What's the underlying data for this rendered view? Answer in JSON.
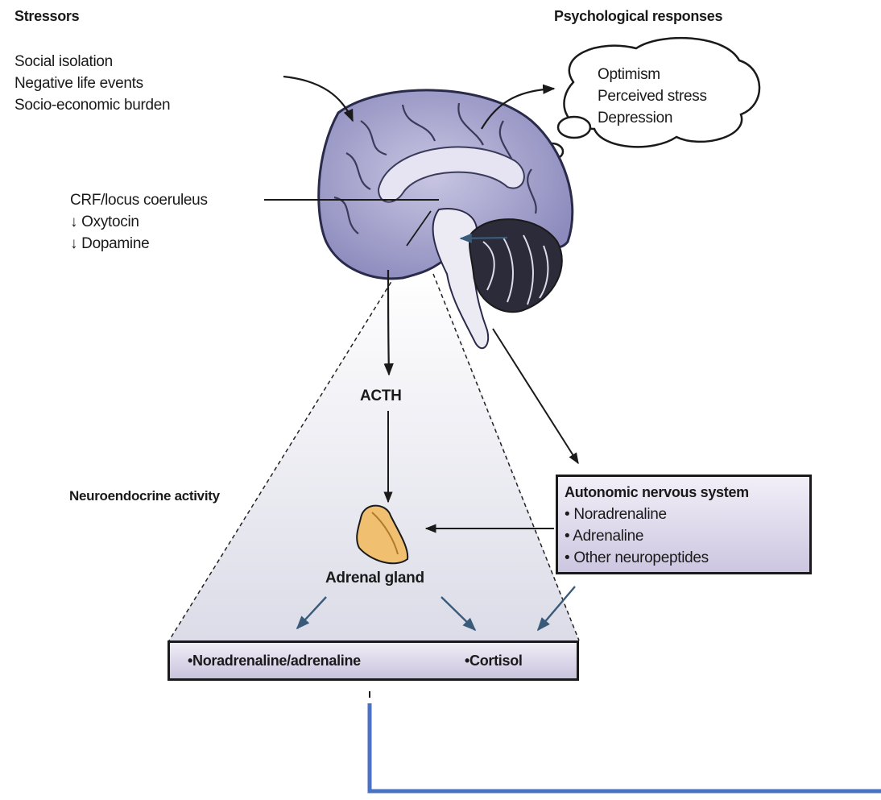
{
  "headings": {
    "stressors": "Stressors",
    "psychological": "Psychological responses",
    "neuroendocrine": "Neuroendocrine activity"
  },
  "stressors": [
    "Social isolation",
    "Negative life events",
    "Socio-economic burden"
  ],
  "psychological_responses": [
    "Optimism",
    "Perceived stress",
    "Depression"
  ],
  "brain_labels": [
    "CRF/locus coeruleus",
    "↓ Oxytocin",
    "↓ Dopamine"
  ],
  "acth": "ACTH",
  "adrenal_gland": "Adrenal gland",
  "autonomic": {
    "title": "Autonomic nervous system",
    "items": [
      "• Noradrenaline",
      "• Adrenaline",
      "• Other neuropeptides"
    ]
  },
  "outputs": [
    "•Noradrenaline/adrenaline",
    "•Cortisol"
  ],
  "colors": {
    "brain": "#9e9cc6",
    "brain_dark": "#3a3a5a",
    "adrenal": "#f0c070",
    "box_fill": "#d6d0e8",
    "feedback_line": "#4a72c4"
  }
}
